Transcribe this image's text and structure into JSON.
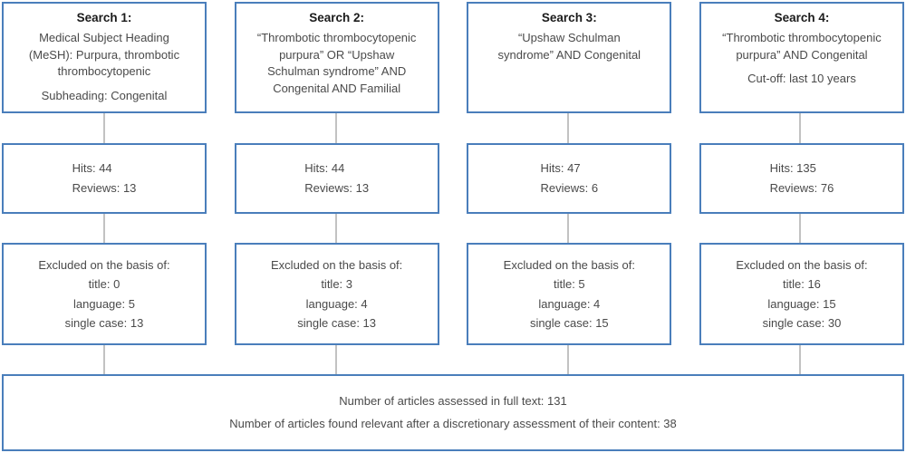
{
  "diagram": {
    "title": "Literature search flow diagram",
    "accent_color": "#4a7ebb",
    "connector_color": "#c2c2c2",
    "text_color": "#4a4a4a",
    "heading_color": "#1b1b1b",
    "background_color": "#ffffff"
  },
  "columns": [
    {
      "search": {
        "title": "Search 1:",
        "query_lines": [
          "Medical Subject Heading",
          "(MeSH): Purpura, thrombotic",
          "thrombocytopenic"
        ],
        "extra": "Subheading: Congenital"
      },
      "hits": {
        "hits_label": "Hits: 44",
        "reviews_label": "Reviews: 13"
      },
      "excluded": {
        "heading": "Excluded on the basis of:",
        "title_label": "title: 0",
        "language_label": "language: 5",
        "single_case_label": "single case: 13"
      }
    },
    {
      "search": {
        "title": "Search 2:",
        "query_lines": [
          "“Thrombotic thrombocytopenic",
          "purpura” OR “Upshaw",
          "Schulman syndrome” AND",
          "Congenital AND Familial"
        ],
        "extra": ""
      },
      "hits": {
        "hits_label": "Hits: 44",
        "reviews_label": "Reviews: 13"
      },
      "excluded": {
        "heading": "Excluded on the basis of:",
        "title_label": "title: 3",
        "language_label": "language: 4",
        "single_case_label": "single case: 13"
      }
    },
    {
      "search": {
        "title": "Search 3:",
        "query_lines": [
          "“Upshaw Schulman",
          "syndrome” AND Congenital"
        ],
        "extra": ""
      },
      "hits": {
        "hits_label": "Hits: 47",
        "reviews_label": "Reviews: 6"
      },
      "excluded": {
        "heading": "Excluded on the basis of:",
        "title_label": "title: 5",
        "language_label": "language: 4",
        "single_case_label": "single case: 15"
      }
    },
    {
      "search": {
        "title": "Search 4:",
        "query_lines": [
          "“Thrombotic thrombocytopenic",
          "purpura” AND Congenital"
        ],
        "extra": "Cut-off: last 10 years"
      },
      "hits": {
        "hits_label": "Hits: 135",
        "reviews_label": "Reviews: 76"
      },
      "excluded": {
        "heading": "Excluded on the basis of:",
        "title_label": "title: 16",
        "language_label": "language: 15",
        "single_case_label": "single case: 30"
      }
    }
  ],
  "summary": {
    "line1": "Number of articles assessed in full text: 131",
    "line2": "Number of articles found relevant after a discretionary assessment of their content: 38"
  }
}
